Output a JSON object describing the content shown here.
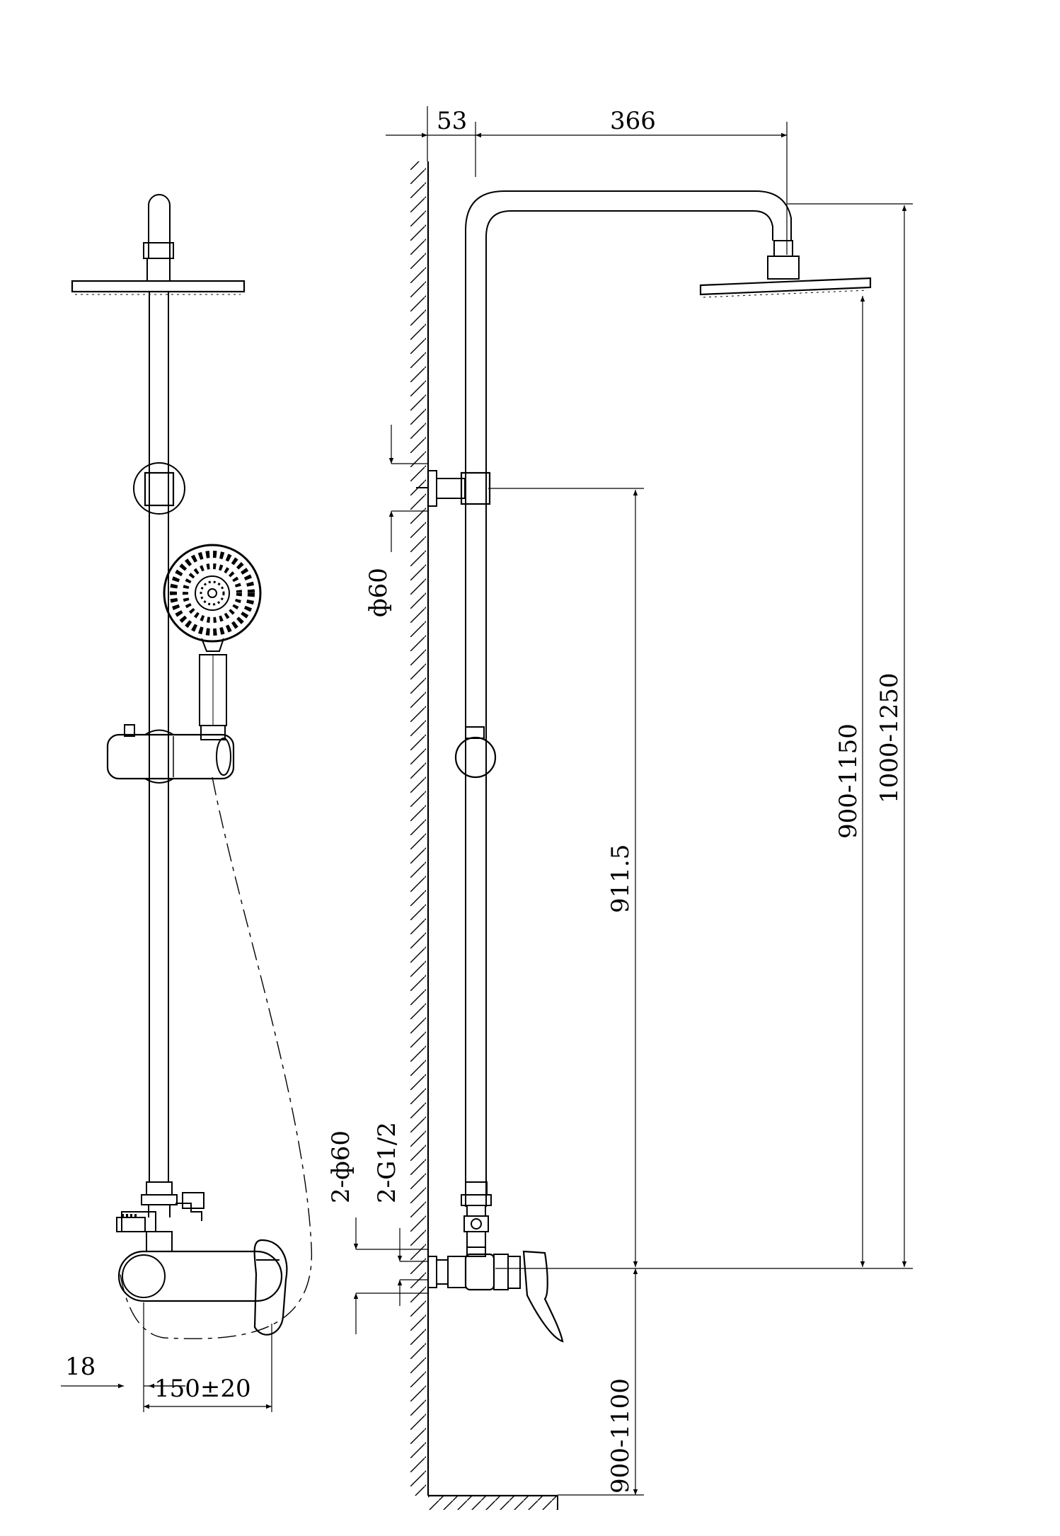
{
  "dimensions": {
    "wall_offset": "53",
    "arm_length": "366",
    "flange_diameter": "ф60",
    "bracket_height": "911.5",
    "overhead_height": "900-1150",
    "total_height": "1000-1250",
    "dual_flange": "2-ф60",
    "inlet_thread": "2-G1/2",
    "mixer_height": "900-1100",
    "spout_offset": "18",
    "centres": "150±20"
  }
}
